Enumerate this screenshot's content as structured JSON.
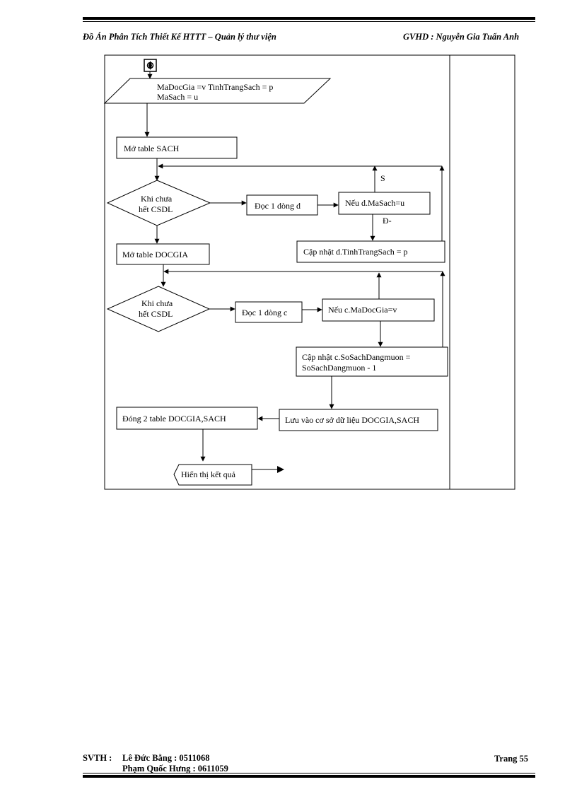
{
  "header": {
    "project_title": "Đồ Án  Phân Tích Thiết Kế HTTT  – Quản lý thư viện",
    "advisor": "GVHD  : Nguyễn Gia Tuấn Anh"
  },
  "footer": {
    "students_label": "SVTH :",
    "student_1": "Lê Đức Bằng : 0511068",
    "student_2": "Phạm Quốc Hưng : 0611059",
    "page": "Trang  55"
  },
  "flowchart": {
    "input_line_1": "MaDocGia =v  TinhTrangSach = p",
    "input_line_2": "MaSach = u",
    "open_sach": "Mở table SACH",
    "loop1_line_1": "Khi chưa",
    "loop1_line_2": "hết CSDL",
    "read_d": "Đọc 1 dòng  d",
    "check_d": "Nếu d.MaSach=u",
    "label_s": "S",
    "label_d": "Đ-",
    "update_d": "Cập nhật d.TinhTrangSach = p",
    "open_docgia": "Mở table DOCGIA",
    "loop2_line_1": "Khi chưa",
    "loop2_line_2": "hết CSDL",
    "read_c": "Đọc 1 dòng  c",
    "check_c": "Nếu c.MaDocGia=v",
    "update_c_line_1": "Cập nhật c.SoSachDangmuon =",
    "update_c_line_2": "SoSachDangmuon - 1",
    "save_db": "Lưu vào cơ sở dữ liệu DOCGIA,SACH",
    "close_tables": "Đóng 2 table DOCGIA,SACH",
    "show_result": "Hiển thị kết quả"
  }
}
